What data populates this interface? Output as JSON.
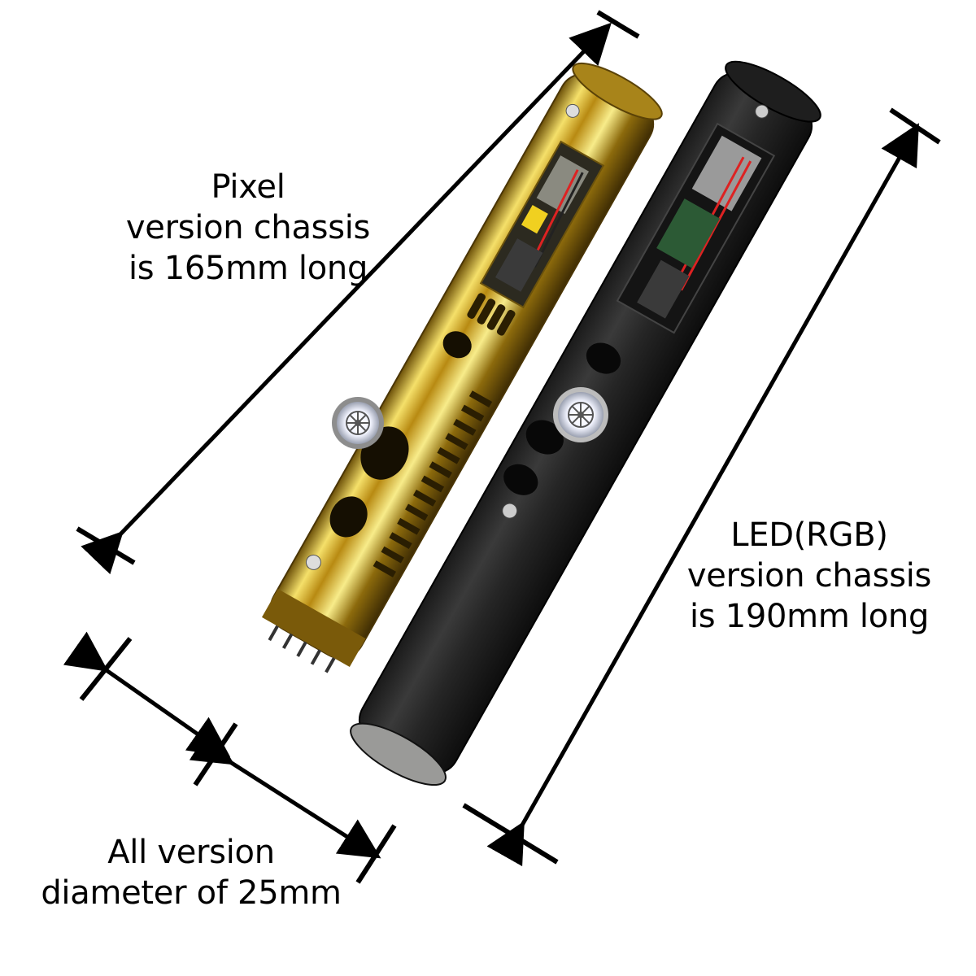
{
  "annotations": {
    "pixel_chassis": {
      "lines": [
        "Pixel",
        "version chassis",
        "is 165mm long"
      ]
    },
    "led_chassis": {
      "lines": [
        "LED(RGB)",
        "version chassis",
        "is 190mm long"
      ]
    },
    "diameter": {
      "lines": [
        "All version",
        "diameter of 25mm"
      ]
    }
  },
  "colors": {
    "background": "#ffffff",
    "gold_hilt": "#c9a227",
    "black_hilt": "#2a2a2a",
    "arrow": "#000000"
  },
  "icons": [
    "double-arrow-icon",
    "galactic-republic-emblem-icon"
  ]
}
